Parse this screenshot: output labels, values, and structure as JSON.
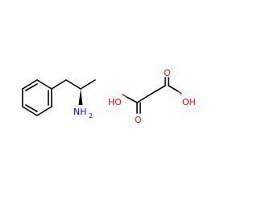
{
  "molecules": {
    "amphetamine": {
      "amine_label": "NH",
      "amine_subscript": "2",
      "atom_color": "#0000ff"
    },
    "succinic_acid": {
      "left_hydroxyl_label": "HO",
      "right_hydroxyl_label": "OH",
      "left_carbonyl_label": "O",
      "right_carbonyl_label": "O",
      "atom_color": "#ff0000"
    }
  },
  "bond_color": "#000000"
}
